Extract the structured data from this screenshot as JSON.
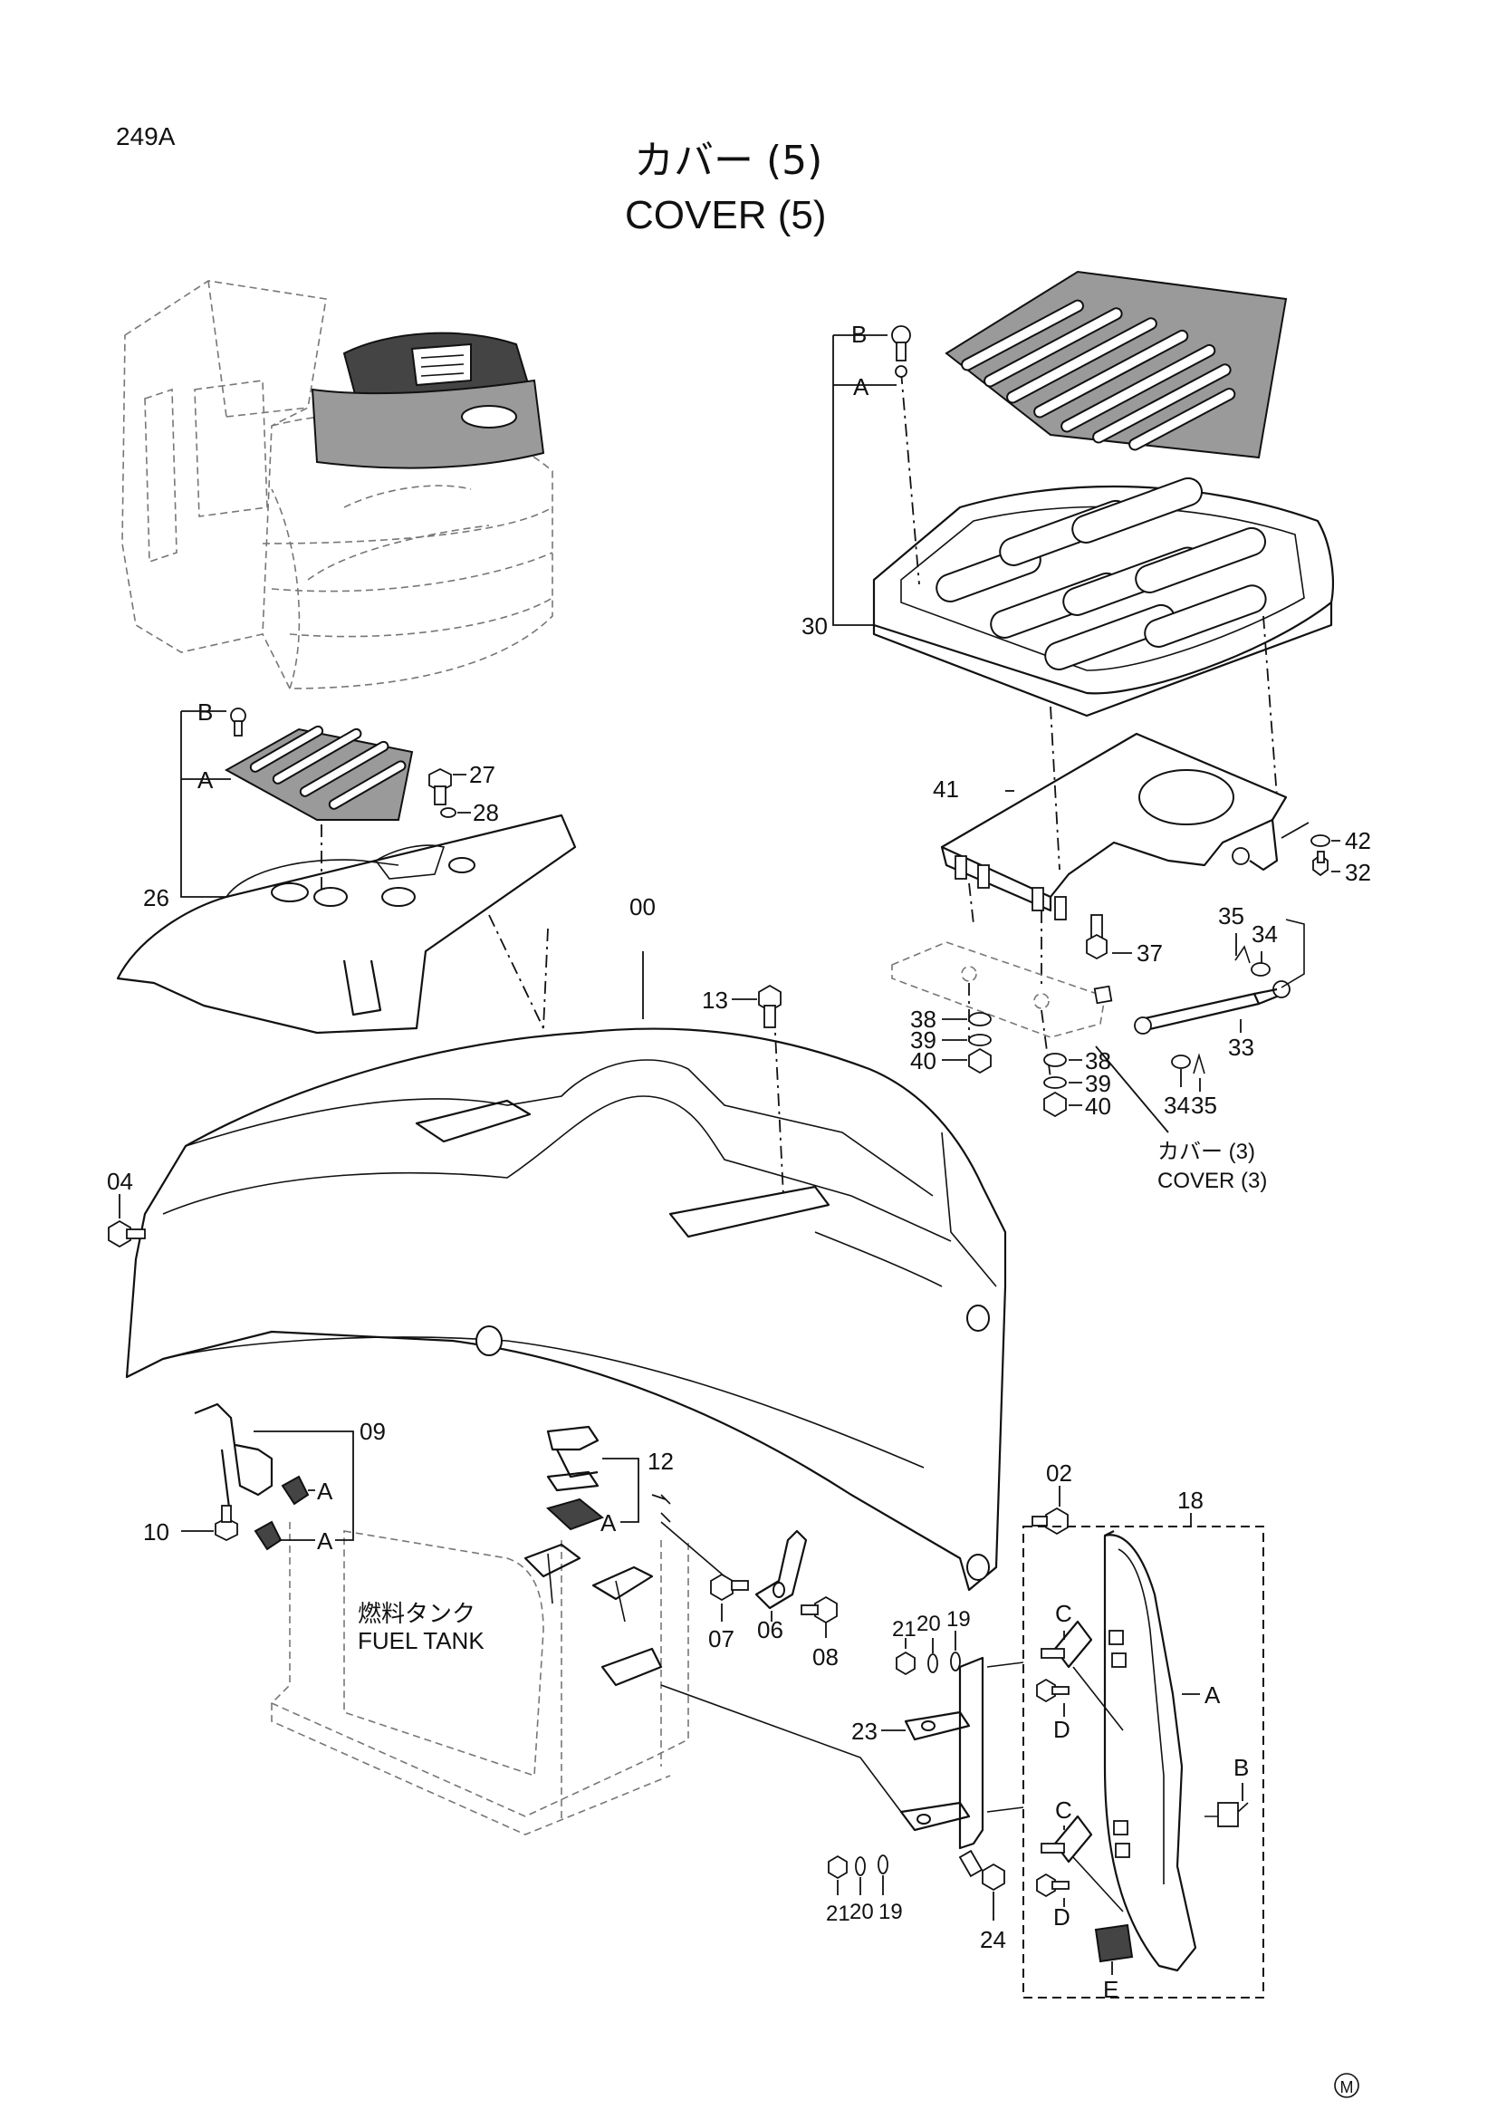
{
  "page": {
    "code": "249A",
    "title_jp": "カバー (5)",
    "title_en": "COVER (5)",
    "mark": "M"
  },
  "callouts": {
    "c30": "30",
    "c41": "41",
    "c42": "42",
    "c32": "32",
    "c37": "37",
    "c35a": "35",
    "c34a": "34",
    "c33": "33",
    "c34b": "34",
    "c35b": "35",
    "c38a": "38",
    "c39a": "39",
    "c40a": "40",
    "c38b": "38",
    "c39b": "39",
    "c40b": "40",
    "c26": "26",
    "c27": "27",
    "c28": "28",
    "c00": "00",
    "c13": "13",
    "c04": "04",
    "c09": "09",
    "c10": "10",
    "c12": "12",
    "c07": "07",
    "c06": "06",
    "c08": "08",
    "c02": "02",
    "c18": "18",
    "c21a": "21",
    "c20a": "20",
    "c19a": "19",
    "c23": "23",
    "c24": "24",
    "c21b": "21",
    "c20b": "20",
    "c19b": "19"
  },
  "letters": {
    "top_b": "B",
    "top_a": "A",
    "left_b": "B",
    "left_a": "A",
    "a09a": "A",
    "a09b": "A",
    "a12": "A",
    "c1": "C",
    "d1": "D",
    "a18": "A",
    "b18": "B",
    "c2": "C",
    "d2": "D",
    "e18": "E"
  },
  "refs": {
    "cover3_jp": "カバー (3)",
    "cover3_en": "COVER (3)",
    "tank_jp": "燃料タンク",
    "tank_en": "FUEL TANK"
  }
}
